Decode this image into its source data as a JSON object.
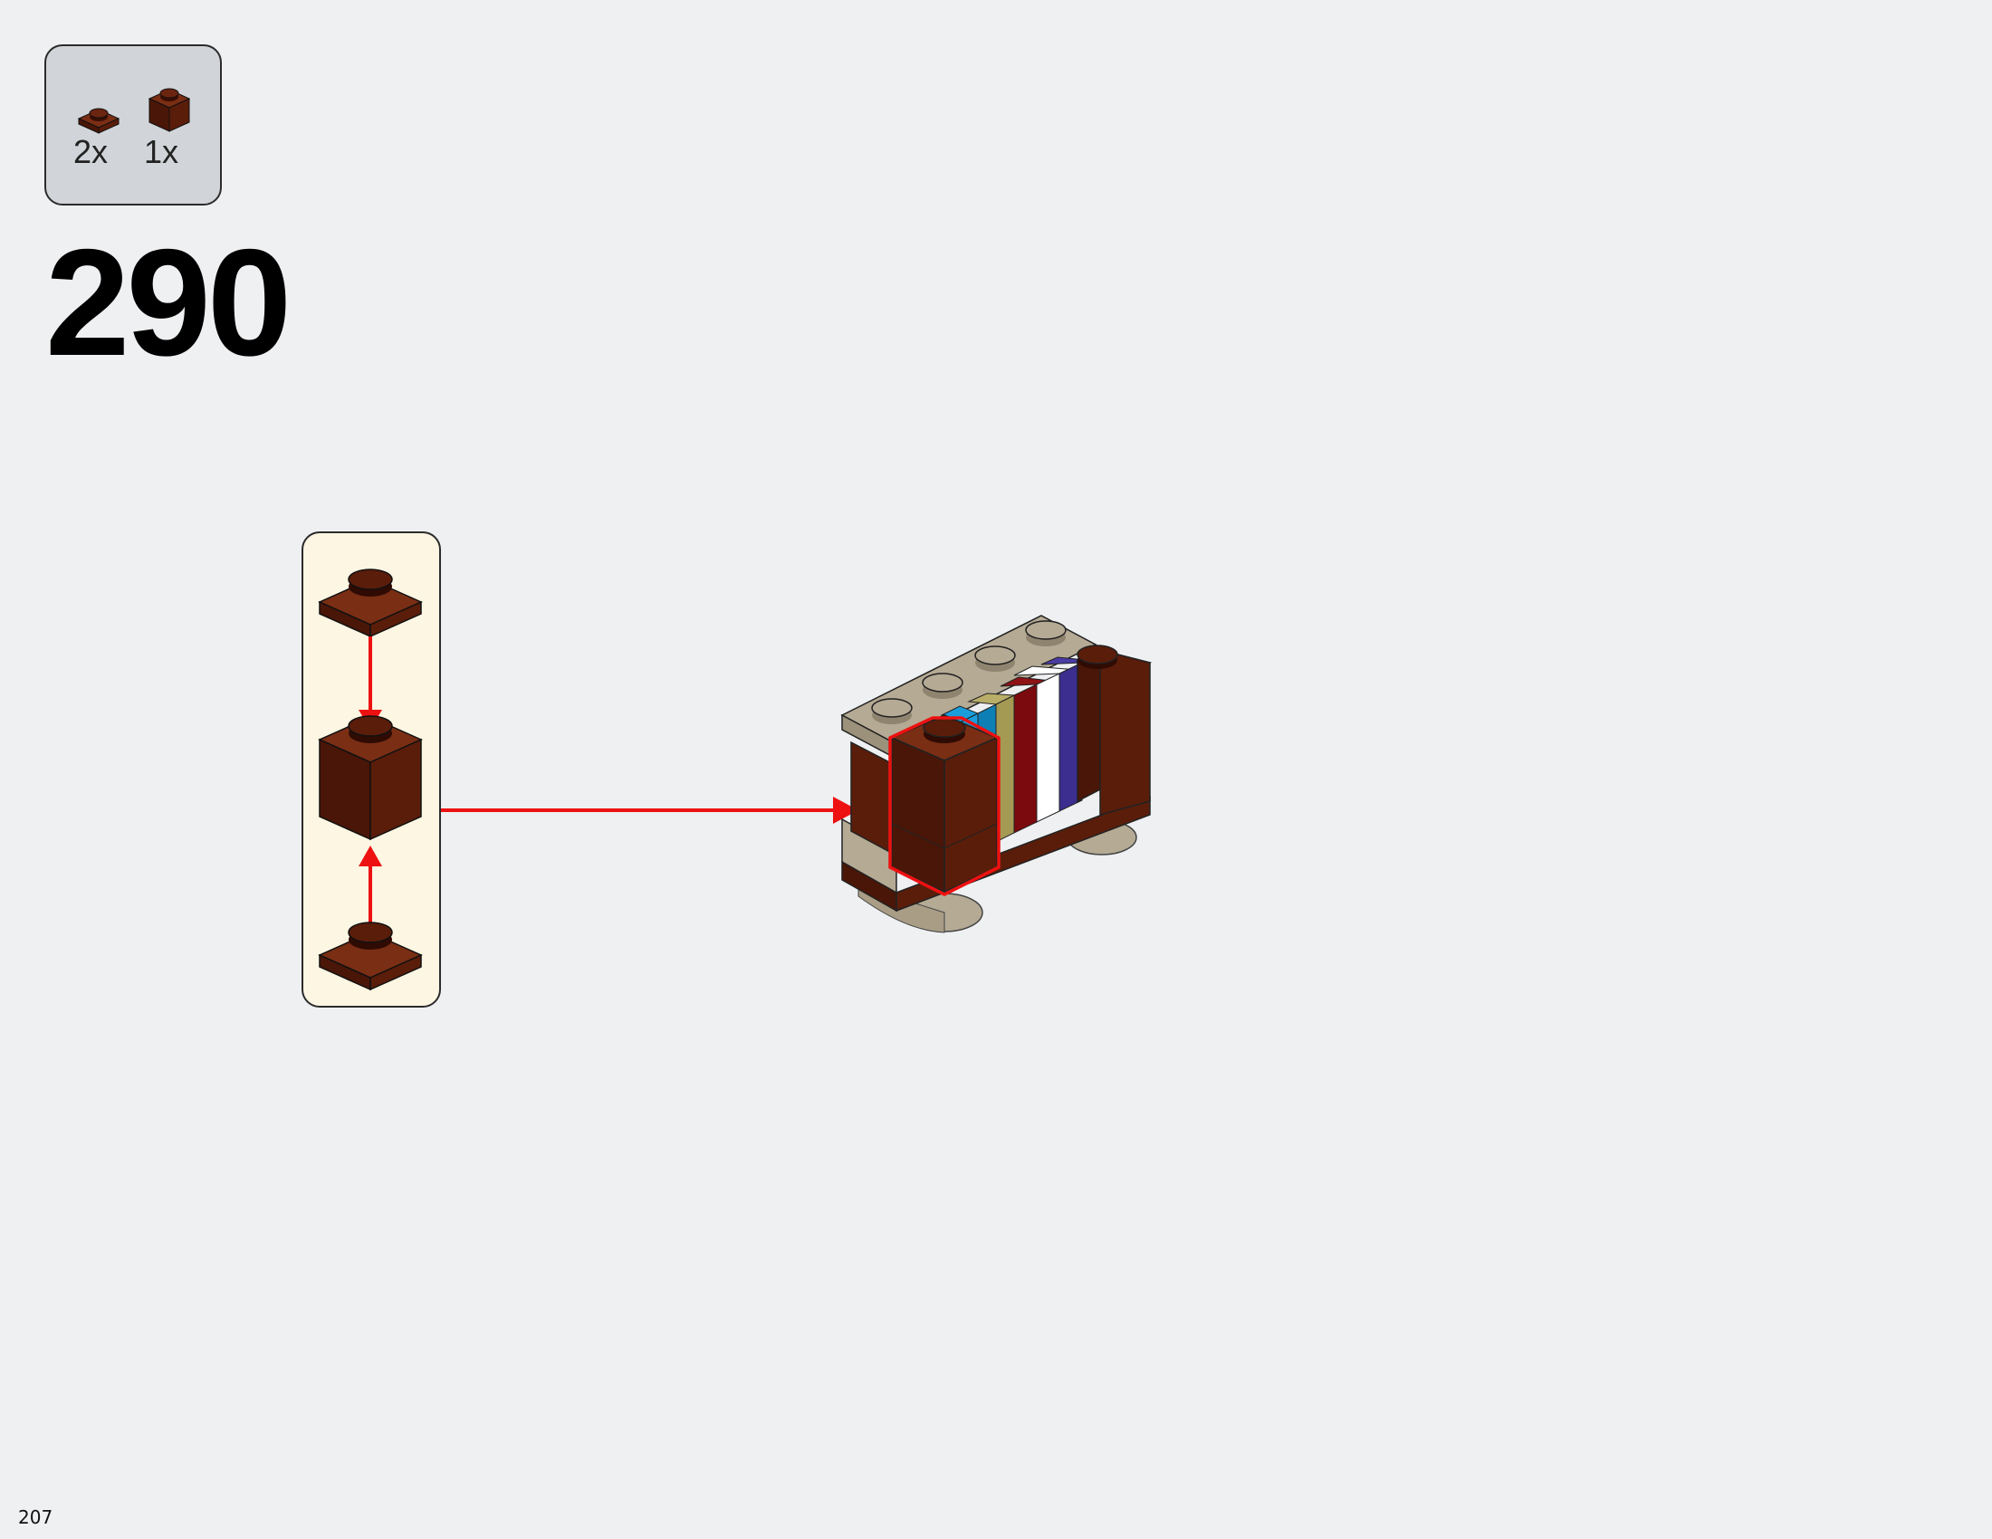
{
  "instructions": {
    "step_number": "290",
    "page_number": "207",
    "parts_list": [
      {
        "icon": "brown-plate-1x1-icon",
        "quantity": "2x",
        "color": "#5a1d0a"
      },
      {
        "icon": "brown-brick-1x1-icon",
        "quantity": "1x",
        "color": "#5a1d0a"
      }
    ],
    "subassembly": [
      {
        "icon": "brown-plate-1x1-icon"
      },
      {
        "icon": "brown-brick-1x1-icon"
      },
      {
        "icon": "brown-plate-1x1-icon"
      }
    ],
    "colors": {
      "brick_brown": "#5a1d0a",
      "tan": "#b5aa94",
      "callout_arrow": "#ee1111",
      "book_azure": "#1a9edb",
      "book_olive": "#a59a54",
      "book_dark_red": "#7b0a0e",
      "book_white": "#ffffff",
      "book_blue": "#3b2e8e"
    }
  }
}
